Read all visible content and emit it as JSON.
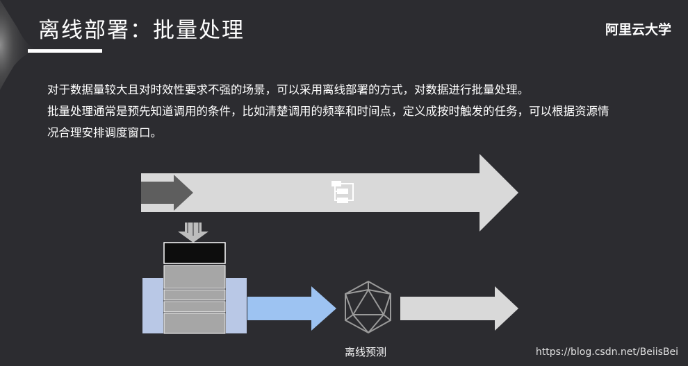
{
  "slide": {
    "title": "离线部署：批量处理",
    "brand": "阿里云大学",
    "paragraph1": "对于数据量较大且对时效性要求不强的场景，可以采用离线部署的方式，对数据进行批量处理。",
    "paragraph2": "批量处理通常是预先知道调用的条件，比如清楚调用的频率和时间点，定义成按时触发的任务，可以根据资源情况合理安排调度窗口。",
    "caption": "离线预测",
    "watermark": "https://blog.csdn.net/BeiisBei"
  },
  "colors": {
    "background": "#2c2c30",
    "arrow_light": "#d9d9d9",
    "arrow_dark": "#5e5e5e",
    "arrow_blue": "#9dc3f2",
    "block_blue": "#b9c8e6",
    "block_gray": "#a6a6a6",
    "block_black": "#0d0d0d"
  },
  "icons": [
    "task-flow-icon",
    "cube-model-icon",
    "down-arrow-icon"
  ]
}
